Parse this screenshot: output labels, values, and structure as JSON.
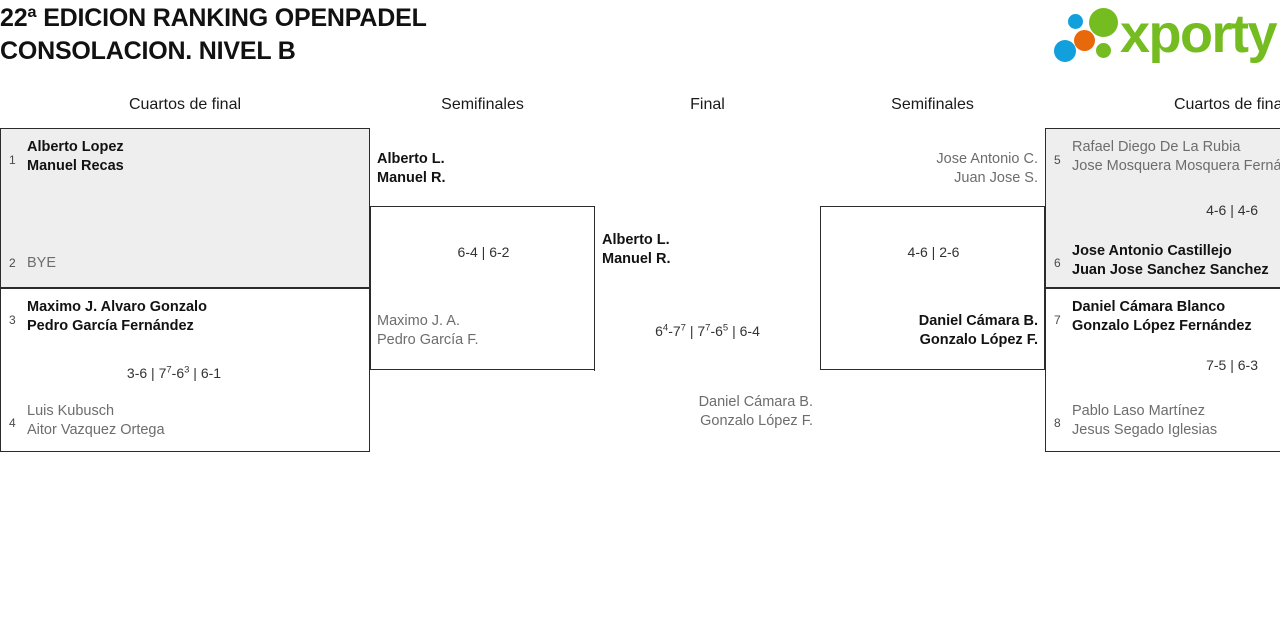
{
  "page": {
    "title": "22ª EDICION RANKING OPENPADEL\nCONSOLACION. NIVEL B",
    "brand_name": "xporty",
    "colors": {
      "brand_green": "#74bc20",
      "brand_blue": "#12a0dd",
      "brand_orange": "#e8690b",
      "shaded_match": "#eeeeee",
      "border": "#2b2b2b",
      "loser_text": "#6d6d6d",
      "winner_text": "#121212"
    }
  },
  "rounds": [
    {
      "key": "qf_left",
      "label": "Cuartos de final"
    },
    {
      "key": "sf_left",
      "label": "Semifinales"
    },
    {
      "key": "final",
      "label": "Final"
    },
    {
      "key": "sf_right",
      "label": "Semifinales"
    },
    {
      "key": "qf_right",
      "label": "Cuartos de final"
    }
  ],
  "matches": {
    "qf_left_top": {
      "score": "",
      "teams": [
        {
          "seed": "1",
          "line1": "Alberto Lopez",
          "line2": "Manuel Recas",
          "result": "winner"
        },
        {
          "seed": "2",
          "line1": "BYE",
          "line2": "",
          "result": "loser"
        }
      ]
    },
    "qf_left_bottom": {
      "score_parts": [
        {
          "main": "3-6",
          "sup": ""
        },
        {
          "sep": " | "
        },
        {
          "main": "7",
          "sup": "7"
        },
        {
          "main": "-6",
          "sup": "3"
        },
        {
          "sep": " | "
        },
        {
          "main": "6-1",
          "sup": ""
        }
      ],
      "score_plain": "3-6 | 77-63 | 6-1",
      "teams": [
        {
          "seed": "3",
          "line1": "Maximo J. Alvaro Gonzalo",
          "line2": "Pedro García Fernández",
          "result": "winner"
        },
        {
          "seed": "4",
          "line1": "Luis Kubusch",
          "line2": "Aitor Vazquez Ortega",
          "result": "loser"
        }
      ]
    },
    "sf_left": {
      "score_plain": "6-4 | 6-2",
      "teams": [
        {
          "seed": "",
          "line1": "Alberto L.",
          "line2": "Manuel R.",
          "result": "winner"
        },
        {
          "seed": "",
          "line1": "Maximo J. A.",
          "line2": "Pedro García F.",
          "result": "loser"
        }
      ]
    },
    "final": {
      "score_parts": [
        {
          "main": "6",
          "sup": "4"
        },
        {
          "main": "-7",
          "sup": "7"
        },
        {
          "sep": " | "
        },
        {
          "main": "7",
          "sup": "7"
        },
        {
          "main": "-6",
          "sup": "5"
        },
        {
          "sep": " | "
        },
        {
          "main": "6-4",
          "sup": ""
        }
      ],
      "score_plain": "64-77 | 77-65 | 6-4",
      "teams": [
        {
          "seed": "",
          "line1": "Alberto L.",
          "line2": "Manuel R.",
          "result": "winner"
        },
        {
          "seed": "",
          "line1": "Daniel Cámara B.",
          "line2": "Gonzalo López F.",
          "result": "loser"
        }
      ]
    },
    "sf_right": {
      "score_plain": "4-6 | 2-6",
      "teams": [
        {
          "seed": "",
          "line1": "Jose Antonio C.",
          "line2": "Juan Jose S.",
          "result": "loser"
        },
        {
          "seed": "",
          "line1": "Daniel Cámara B.",
          "line2": "Gonzalo López F.",
          "result": "winner"
        }
      ]
    },
    "qf_right_top": {
      "score_plain": "4-6 | 4-6",
      "teams": [
        {
          "seed": "5",
          "line1": "Rafael Diego De La Rubia",
          "line2": "Jose Mosquera Mosquera Fernández",
          "result": "loser"
        },
        {
          "seed": "6",
          "line1": "Jose Antonio Castillejo",
          "line2": "Juan Jose Sanchez Sanchez",
          "result": "winner"
        }
      ]
    },
    "qf_right_bottom": {
      "score_plain": "7-5 | 6-3",
      "teams": [
        {
          "seed": "7",
          "line1": "Daniel Cámara Blanco",
          "line2": "Gonzalo López Fernández",
          "result": "winner"
        },
        {
          "seed": "8",
          "line1": "Pablo Laso Martínez",
          "line2": "Jesus Segado Iglesias",
          "result": "loser"
        }
      ]
    }
  }
}
